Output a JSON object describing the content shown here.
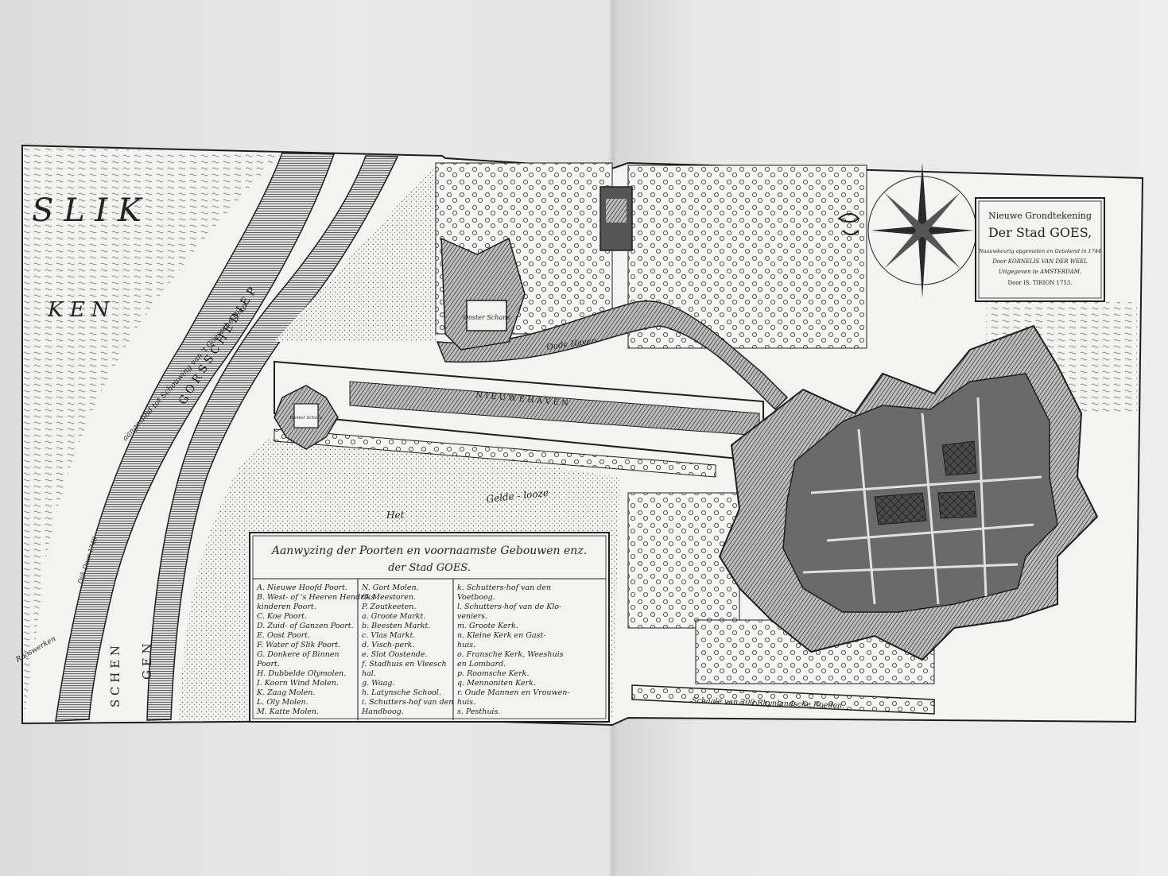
{
  "map": {
    "cartouche": {
      "line1": "Nieuwe Grondtekening",
      "line2": "Der Stad GOES,",
      "line3": "Naauwkeurig opgemeten en Getekend in 1744",
      "line4": "Door KORNELIS VAN DER WEEL",
      "line5": "Uitgegeven te AMSTERDAM,",
      "line6": "Door IS. TIRION 1753."
    },
    "labels": {
      "slik": "S L I K",
      "ken": "K E N",
      "gorssche_diep": "G O R S S C H E   D I E P",
      "aangeslibd": "aangeslibd tot Schouwing van 't Goessche Diep",
      "schengen_1": "S C H E N",
      "schengen_2": "G E N",
      "oude_haven": "Oude Haven",
      "nieuwe_haven": "N I E U W E   H A V E N",
      "oostersch": "Ooster Schans",
      "westersch": "Wester Schans",
      "het": "Het",
      "geldelooze": "Gelde - looze",
      "rooswerken": "Rooswerken",
      "dijk_1748": "Dijk Door 1748",
      "schaale": "Schaale van 200 Rhynlandsche Roeden."
    },
    "legend": {
      "title_line1": "Aanwyzing der Poorten en voornaamste Gebouwen enz.",
      "title_line2": "der Stad GOES.",
      "col1": [
        "A. Nieuwe Hoofd Poort.",
        "B. West- of 's Heeren Hendriks",
        "kinderen Poort.",
        "C. Koe Poort.",
        "D. Zuid- of Ganzen Poort.",
        "E. Oost Poort.",
        "F. Water of Slik Poort.",
        "G. Donkere of Binnen",
        "Poort.",
        "H. Dubbelde Olymolen.",
        "I. Koorn Wind Molen.",
        "K. Zaag Molen.",
        "L. Oly Molen.",
        "M. Katte Molen."
      ],
      "col2": [
        "N. Gort Molen.",
        "O. Meestoren.",
        "P. Zoutkeeten.",
        "a. Groote Markt.",
        "b. Beesten Markt.",
        "c. Vlas Markt.",
        "d. Visch-perk.",
        "e. Slot Oostende.",
        "f. Stadhuis en Vleesch",
        "hal.",
        "g. Waag.",
        "h. Latynsche School.",
        "i. Schutters-hof van den",
        "Handboog."
      ],
      "col3": [
        "k. Schutters-hof van den",
        "Voetboog.",
        "l. Schutters-hof van de Klo-",
        "veniers.",
        "m. Groote Kerk.",
        "n. Kleine Kerk en Gast-",
        "huis.",
        "o. Fransche Kerk, Weeshuis",
        "en Lombard.",
        "p. Roomsche Kerk.",
        "q. Mennoniten Kerk.",
        "r. Oude Mannen en Vrouwen-",
        "huis.",
        "s. Pesthuis."
      ]
    }
  },
  "colors": {
    "ink": "#1e1e1e",
    "paper": "#f3f3f1",
    "page": "#e6e6e6"
  }
}
